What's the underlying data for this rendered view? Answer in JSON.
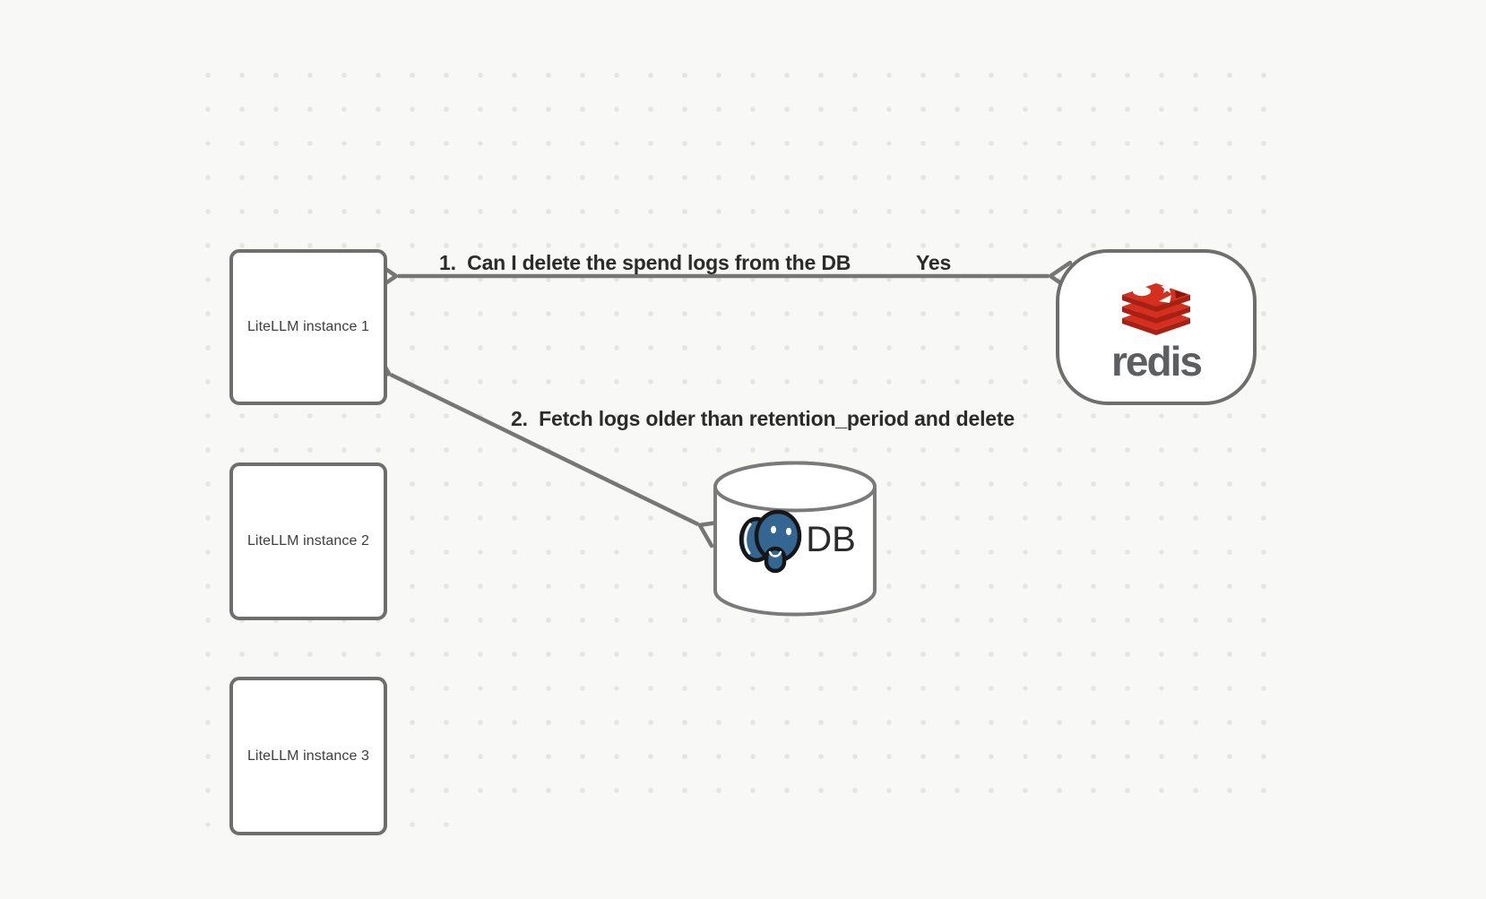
{
  "diagram": {
    "nodes": {
      "instance1": {
        "label": "LiteLLM instance 1"
      },
      "instance2": {
        "label": "LiteLLM instance 2"
      },
      "instance3": {
        "label": "LiteLLM instance 3"
      },
      "redis": {
        "wordmark": "redis"
      },
      "db": {
        "label": "DB"
      }
    },
    "edges": {
      "redis_query": {
        "label": "1.  Can I delete the spend logs from the DB",
        "response": "Yes",
        "from": "instance1",
        "to": "redis",
        "style": "double-headed"
      },
      "db_action": {
        "label": "2.  Fetch logs older than retention_period and delete",
        "from": "instance1",
        "to": "db",
        "style": "double-headed"
      }
    },
    "icons": {
      "redis": "redis-stack-logo",
      "db": "postgresql-elephant-logo"
    },
    "colors": {
      "background": "#f8f8f6",
      "grid_dot": "#e4e4e2",
      "node_border": "#6e6e6e",
      "arrow": "#767676",
      "edge_label_text": "#2b2b2b",
      "node_label_text": "#3e3e3e",
      "redis_red": "#d5301f",
      "redis_red_dark": "#a62113",
      "redis_wordmark_gray": "#5d5e5f",
      "postgres_blue": "#336791"
    }
  }
}
